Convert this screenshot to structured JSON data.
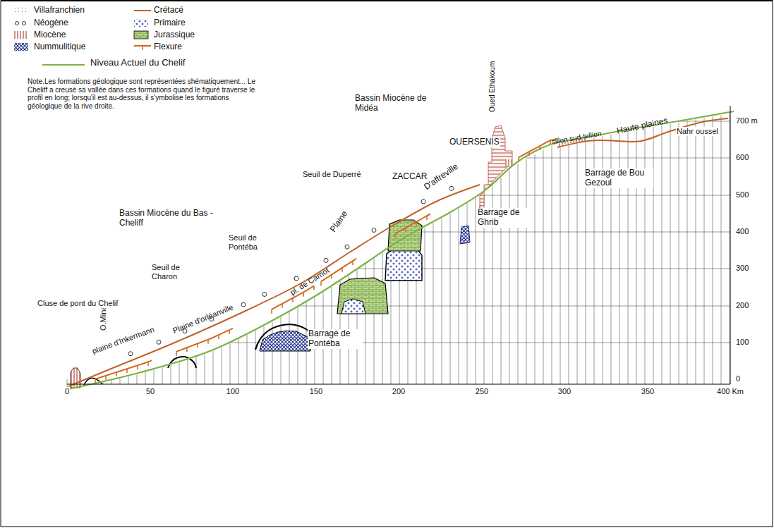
{
  "diagram": {
    "labels": [
      "Note.Les formations géologique sont représentées shématiquement... Le Cheliff a creusé sa vallée dans ces formations quand le figuré traverse le profil en long; lorsqu'il est au-dessus, il s'ymbolise les formations géologique de la rive droite.",
      "Bassin Miocène de Midéa",
      "OUERSENIS",
      "Oued Ethakoum",
      "sillon sud-tellien",
      "Haute plaines",
      "Nahr oussel",
      "Barrage de Bou Gezoul",
      "ZACCAR",
      "Seuil de Duperré",
      "Plaine",
      "D'affreville",
      "Barrage de Ghrib",
      "Bassin Miocène du Bas - Cheliff",
      "Seuil de Pontéba",
      "pl. de Carnot",
      "Seuil de Charon",
      "Plaine d'orléanville",
      "O.Mina",
      "plaine d'Inkermann",
      "Cluse de pont du Chelif",
      "Barrage de Pontéba",
      "700 m",
      "600",
      "500",
      "400",
      "300",
      "200",
      "100",
      "0",
      "0",
      "50",
      "100",
      "150",
      "200",
      "250",
      "300",
      "350",
      "400 Km"
    ],
    "legend": [
      {
        "text": "Villafranchien"
      },
      {
        "text": "Néogène"
      },
      {
        "text": "Miocène"
      },
      {
        "text": "Nummulitique"
      },
      {
        "text": "Crétacé"
      },
      {
        "text": "Primaire"
      },
      {
        "text": "Jurassique"
      },
      {
        "text": "Flexure"
      },
      {
        "text": "Niveau Actuel du Chelif"
      }
    ]
  }
}
